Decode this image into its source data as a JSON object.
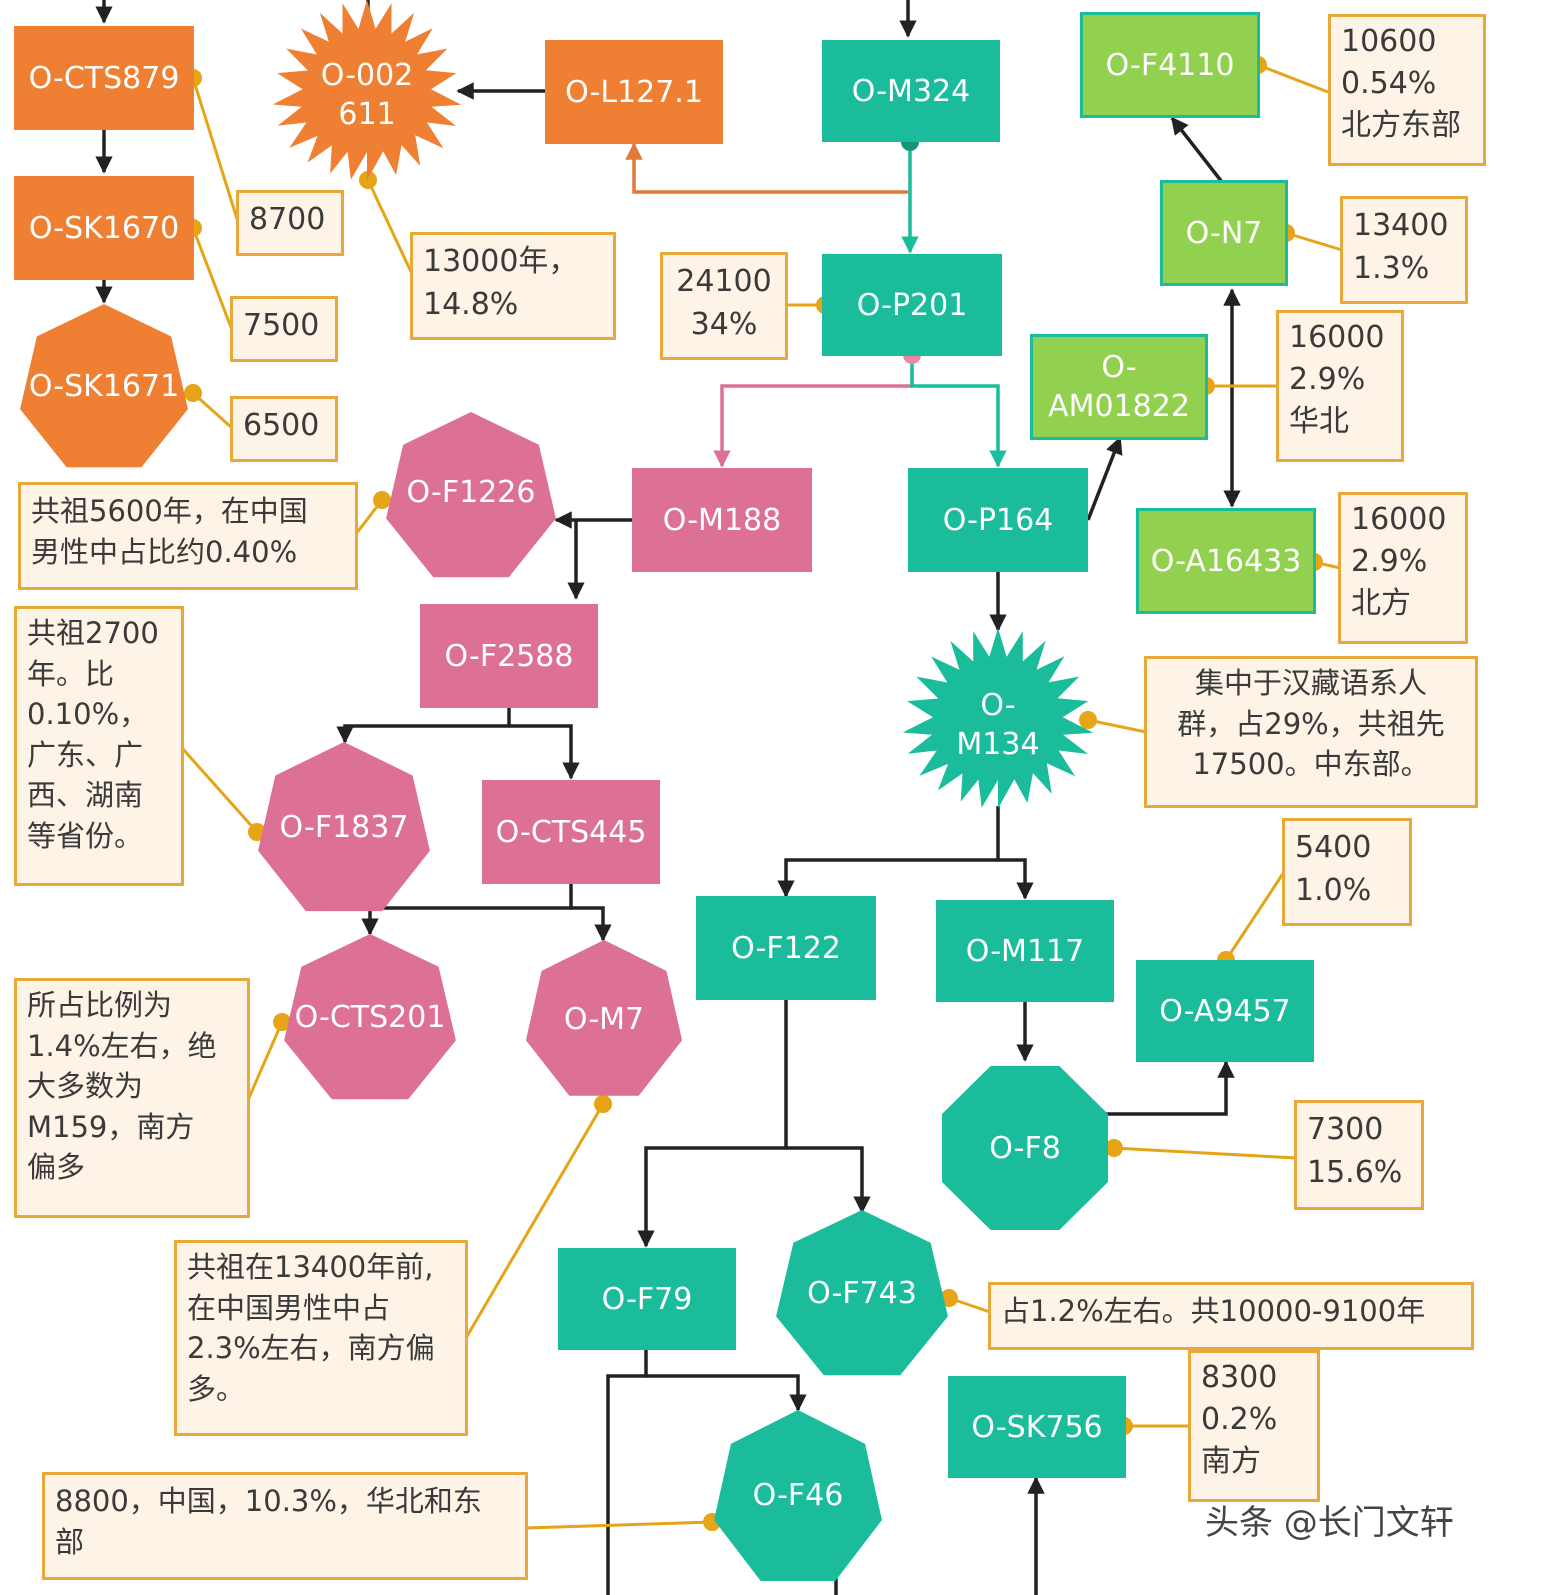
{
  "nodes": {
    "cts879": "O-CTS879",
    "sk1670": "O-SK1670",
    "sk1671": "O-SK1671",
    "o002611": "O-002\n611",
    "l1271": "O-L127.1",
    "m324": "O-M324",
    "p201": "O-P201",
    "f4110": "O-F4110",
    "n7": "O-N7",
    "am01822": "O-\nAM01822",
    "a16433": "O-A16433",
    "p164": "O-P164",
    "m188": "O-M188",
    "f1226": "O-F1226",
    "f2588": "O-F2588",
    "m134": "O-\nM134",
    "f1837": "O-F1837",
    "cts445": "O-CTS445",
    "cts201": "O-CTS201",
    "m7": "O-M7",
    "f122": "O-F122",
    "m117": "O-M117",
    "a9457": "O-A9457",
    "f8": "O-F8",
    "f79": "O-F79",
    "f743": "O-F743",
    "sk756": "O-SK756",
    "f46": "O-F46"
  },
  "notes": {
    "cts879": "8700",
    "sk1670": "7500",
    "sk1671": "6500",
    "o002611": "13000年，\n14.8%",
    "p201": "24100\n34%",
    "f4110": "10600\n0.54%\n北方东部",
    "n7": "13400\n1.3%",
    "am01822": "16000\n2.9%\n华北",
    "a16433": "16000\n2.9%\n北方",
    "f1226": "共祖5600年，在中国\n男性中占比约0.40%",
    "f1837": "共祖2700\n年。比\n0.10%，\n广东、广\n西、湖南\n等省份。",
    "m134": "集中于汉藏语系人\n群，占29%，共祖先\n17500。中东部。",
    "a9457": "5400\n1.0%",
    "f8": "7300\n15.6%",
    "cts201": "所占比例为\n1.4%左右，绝\n大多数为\nM159，南方\n偏多",
    "m7": "共祖在13400年前,\n在中国男性中占\n2.3%左右，南方偏\n多。",
    "f743": "占1.2%左右。共10000-9100年",
    "sk756": "8300\n0.2%\n南方",
    "f46": "8800，中国，10.3%，华北和东\n部"
  },
  "watermark": "头条 @长门文轩",
  "colors": {
    "orange": "#ef7f33",
    "teal": "#1abc9c",
    "pink": "#dd7095",
    "green": "#92d050",
    "note_border": "#e8a83a",
    "note_fill": "#fdf3e6"
  }
}
